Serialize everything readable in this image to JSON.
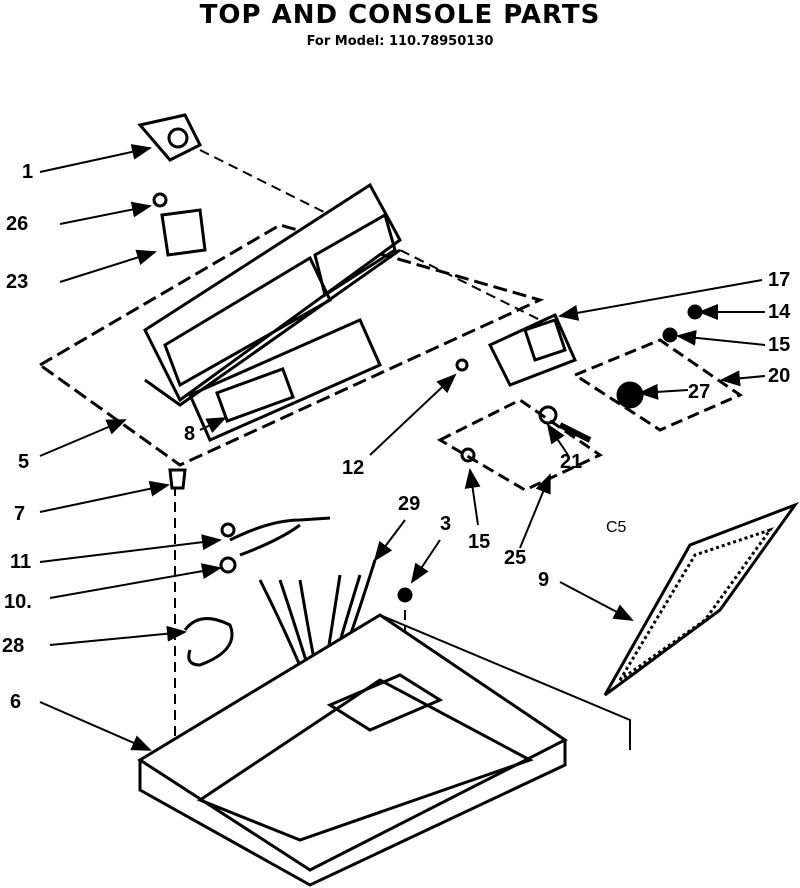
{
  "header": {
    "title": "TOP AND CONSOLE PARTS",
    "subtitle": "For Model: 110.78950130"
  },
  "diagram": {
    "callouts": {
      "c1": "1",
      "c26": "26",
      "c23": "23",
      "c5": "5",
      "c8": "8",
      "c7": "7",
      "c11": "11",
      "c10": "10.",
      "c28": "28",
      "c6": "6",
      "c29": "29",
      "c3": "3",
      "c12": "12",
      "c15a": "15",
      "c25": "25",
      "c21": "21",
      "c9": "9",
      "c17": "17",
      "c14": "14",
      "c15b": "15",
      "c20": "20",
      "c27": "27",
      "code": "C5"
    }
  }
}
